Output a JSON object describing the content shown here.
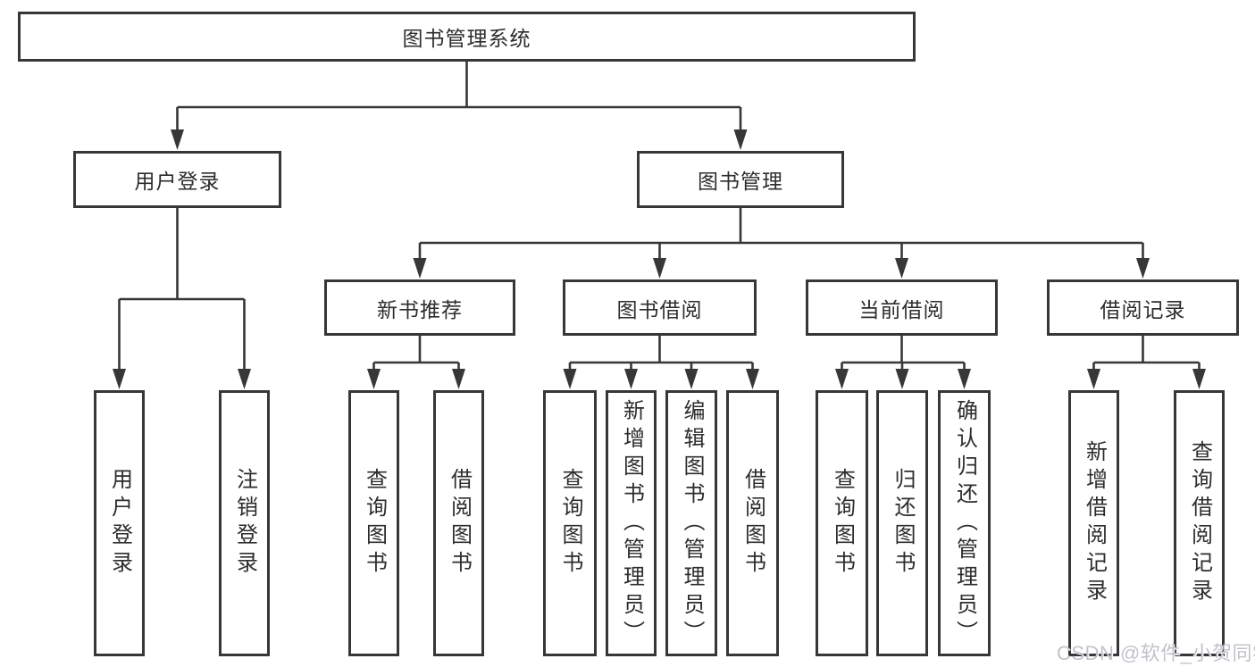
{
  "tree": {
    "label": "图书管理系统",
    "children": [
      {
        "label": "用户登录",
        "children": [
          {
            "label": "用户登录"
          },
          {
            "label": "注销登录"
          }
        ]
      },
      {
        "label": "图书管理",
        "children": [
          {
            "label": "新书推荐",
            "children": [
              {
                "label": "查询图书"
              },
              {
                "label": "借阅图书"
              }
            ]
          },
          {
            "label": "图书借阅",
            "children": [
              {
                "label": "查询图书"
              },
              {
                "label": "新增图书（管理员）"
              },
              {
                "label": "编辑图书（管理员）"
              },
              {
                "label": "借阅图书"
              }
            ]
          },
          {
            "label": "当前借阅",
            "children": [
              {
                "label": "查询图书"
              },
              {
                "label": "归还图书"
              },
              {
                "label": "确认归还（管理员）"
              }
            ]
          },
          {
            "label": "借阅记录",
            "children": [
              {
                "label": "新增借阅记录"
              },
              {
                "label": "查询借阅记录"
              }
            ]
          }
        ]
      }
    ]
  },
  "watermark": {
    "text": "CSDN @软件_小贺同学"
  },
  "colors": {
    "line": "#373737",
    "box_border": "#373737",
    "text": "#2d2d2d",
    "watermark": "#c2c3cb",
    "background": "#ffffff"
  }
}
